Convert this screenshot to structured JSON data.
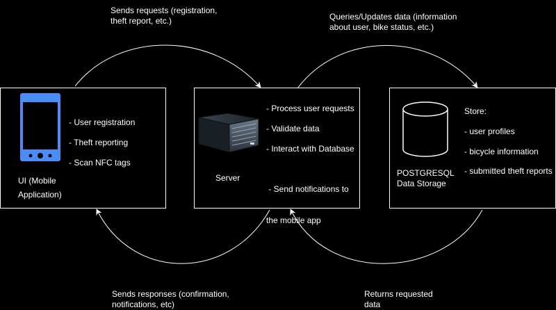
{
  "arrows": {
    "top_left_label_line1": "Sends requests (registration,",
    "top_left_label_line2": "theft report, etc.)",
    "top_right_label_line1": "Queries/Updates data (information",
    "top_right_label_line2": "about user, bike status, etc.)",
    "bottom_left_label_line1": "Sends responses (confirmation,",
    "bottom_left_label_line2": "notifications, etc)",
    "bottom_right_label_line1": "Returns requested",
    "bottom_right_label_line2": "data"
  },
  "ui_box": {
    "icon": "smartphone-icon",
    "title_line1": "UI (Mobile",
    "title_line2": "Application)",
    "items": [
      "- User registration",
      "- Theft reporting",
      "- Scan NFC tags"
    ]
  },
  "server_box": {
    "icon": "server-icon",
    "title": "Server",
    "items": [
      "- Process user requests",
      "- Validate data",
      "- Interact with Database"
    ],
    "item4_line1": " - Send notifications to",
    "item4_line2": "the mobile app"
  },
  "db_box": {
    "icon": "database-icon",
    "title_line1": "POSTGRESQL",
    "title_line2": "Data Storage",
    "heading": "Store:",
    "items": [
      "- user profiles",
      "- bicycle information",
      "- submitted theft reports"
    ]
  },
  "colors": {
    "background": "#000000",
    "stroke": "#ffffff",
    "phone": "#4a8df6"
  }
}
